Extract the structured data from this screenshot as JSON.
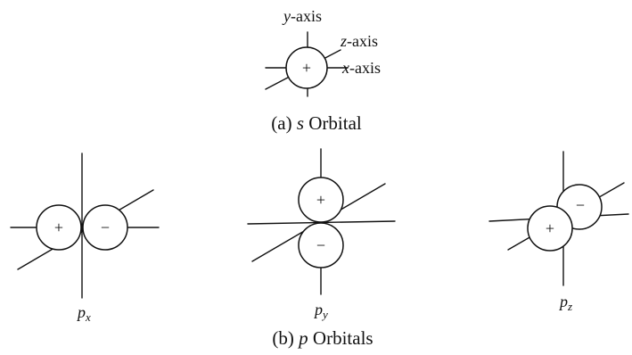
{
  "s_orbital": {
    "axis_labels": {
      "y": "y",
      "z": "z",
      "x": "x",
      "suffix": "-axis"
    },
    "sign": "+",
    "caption": {
      "part": "(a)",
      "letter": "s",
      "text": "Orbital"
    }
  },
  "p_orbitals": {
    "px": {
      "base": "p",
      "sub": "x",
      "signs": [
        "+",
        "−"
      ]
    },
    "py": {
      "base": "p",
      "sub": "y",
      "signs": [
        "+",
        "−"
      ]
    },
    "pz": {
      "base": "p",
      "sub": "z",
      "signs": [
        "+",
        "−"
      ]
    },
    "caption": {
      "part": "(b)",
      "letter": "p",
      "text": "Orbitals"
    }
  },
  "colors": {
    "ink": "#111111",
    "background": "#ffffff"
  }
}
